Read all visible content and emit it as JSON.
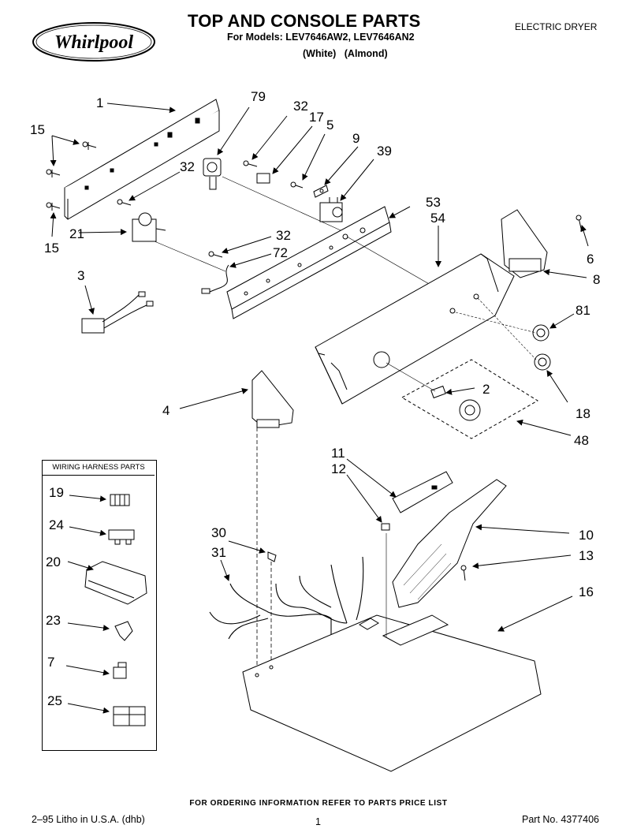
{
  "header": {
    "brand": "Whirlpool",
    "title": "TOP AND CONSOLE PARTS",
    "models_line": "For Models: LEV7646AW2, LEV7646AN2",
    "colors_line": "(White)   (Almond)",
    "product_type": "ELECTRIC DRYER"
  },
  "harness_box": {
    "title": "WIRING HARNESS PARTS"
  },
  "callouts": [
    {
      "id": "c1",
      "label": "1"
    },
    {
      "id": "c79",
      "label": "79"
    },
    {
      "id": "c32a",
      "label": "32"
    },
    {
      "id": "c17",
      "label": "17"
    },
    {
      "id": "c5",
      "label": "5"
    },
    {
      "id": "c9",
      "label": "9"
    },
    {
      "id": "c39",
      "label": "39"
    },
    {
      "id": "c15a",
      "label": "15"
    },
    {
      "id": "c32b",
      "label": "32"
    },
    {
      "id": "c53",
      "label": "53"
    },
    {
      "id": "c54",
      "label": "54"
    },
    {
      "id": "c21",
      "label": "21"
    },
    {
      "id": "c15b",
      "label": "15"
    },
    {
      "id": "c32c",
      "label": "32"
    },
    {
      "id": "c72",
      "label": "72"
    },
    {
      "id": "c6",
      "label": "6"
    },
    {
      "id": "c8",
      "label": "8"
    },
    {
      "id": "c3",
      "label": "3"
    },
    {
      "id": "c81",
      "label": "81"
    },
    {
      "id": "c2",
      "label": "2"
    },
    {
      "id": "c18",
      "label": "18"
    },
    {
      "id": "c4",
      "label": "4"
    },
    {
      "id": "c48",
      "label": "48"
    },
    {
      "id": "c11",
      "label": "11"
    },
    {
      "id": "c12",
      "label": "12"
    },
    {
      "id": "c19",
      "label": "19"
    },
    {
      "id": "c10",
      "label": "10"
    },
    {
      "id": "c24",
      "label": "24"
    },
    {
      "id": "c30",
      "label": "30"
    },
    {
      "id": "c13",
      "label": "13"
    },
    {
      "id": "c31",
      "label": "31"
    },
    {
      "id": "c20",
      "label": "20"
    },
    {
      "id": "c16",
      "label": "16"
    },
    {
      "id": "c23",
      "label": "23"
    },
    {
      "id": "c7",
      "label": "7"
    },
    {
      "id": "c25",
      "label": "25"
    }
  ],
  "footer": {
    "order_info": "FOR ORDERING INFORMATION REFER TO PARTS PRICE LIST",
    "litho": "2–95 Litho in U.S.A. (dhb)",
    "page_number": "1",
    "part_number": "Part No. 4377406"
  }
}
